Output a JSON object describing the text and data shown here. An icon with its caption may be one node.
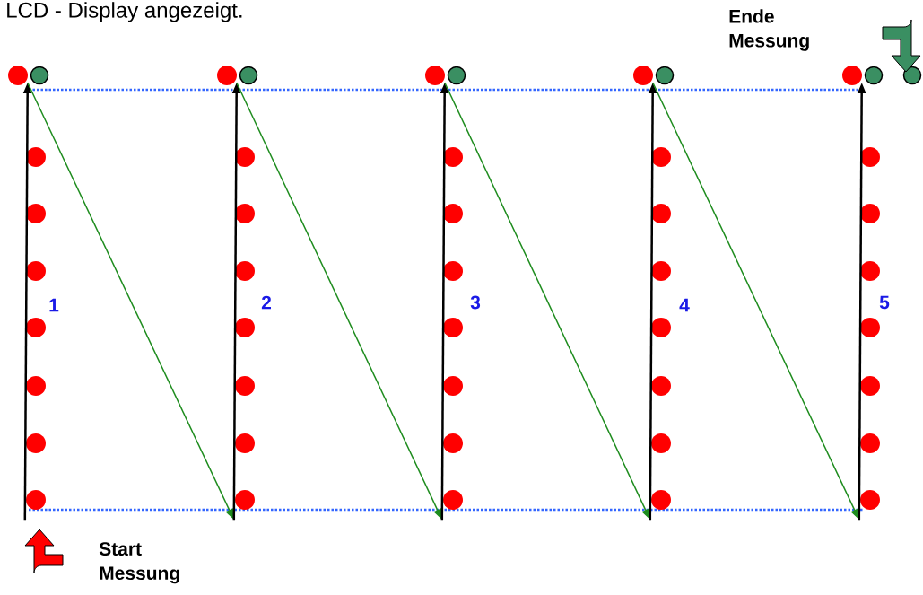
{
  "diagram": {
    "nodes": [
      {
        "text": [],
        "shape": "circle"
      },
      {
        "text": [],
        "shape": "circle"
      },
      {
        "text": [],
        "shape": "circle"
      },
      {
        "text": [],
        "shape": "circle"
      },
      {
        "text": [],
        "shape": "circle"
      },
      {
        "text": [],
        "shape": "circle"
      },
      {
        "text": [],
        "shape": "circle"
      },
      {
        "text": [],
        "shape": "circle"
      },
      {
        "text": [],
        "shape": "circle"
      },
      {
        "text": [],
        "shape": "circle"
      },
      {
        "text": [],
        "shape": "circle"
      },
      {
        "text": [],
        "shape": "circle"
      },
      {
        "text": [],
        "shape": "circle"
      },
      {
        "text": [],
        "shape": "circle"
      },
      {
        "text": [],
        "shape": "circle"
      },
      {
        "text": [],
        "shape": "circle"
      },
      {
        "text": [],
        "shape": "circle"
      },
      {
        "text": [],
        "shape": "circle"
      },
      {
        "text": [],
        "shape": "circle"
      },
      {
        "text": [],
        "shape": "circle"
      },
      {
        "text": [],
        "shape": "circle"
      },
      {
        "text": [],
        "shape": "circle"
      },
      {
        "text": [],
        "shape": "circle"
      },
      {
        "text": [],
        "shape": "circle"
      },
      {
        "text": [],
        "shape": "circle"
      },
      {
        "text": [],
        "shape": "circle"
      },
      {
        "text": [],
        "shape": "circle"
      },
      {
        "text": [],
        "shape": "circle"
      },
      {
        "text": [],
        "shape": "circle"
      },
      {
        "text": [],
        "shape": "circle"
      },
      {
        "text": [],
        "shape": "circle"
      },
      {
        "text": [],
        "shape": "circle"
      },
      {
        "text": [],
        "shape": "circle"
      },
      {
        "text": [],
        "shape": "circle"
      },
      {
        "text": [],
        "shape": "circle"
      },
      {
        "text": [],
        "shape": "circle"
      },
      {
        "text": [],
        "shape": "circle"
      },
      {
        "text": [],
        "shape": "circle"
      },
      {
        "text": [],
        "shape": "circle"
      },
      {
        "text": [],
        "shape": "circle"
      },
      {
        "text": [],
        "shape": "circle"
      },
      {
        "text": [],
        "shape": "circle"
      },
      {
        "text": [],
        "shape": "circle"
      },
      {
        "text": [],
        "shape": "circle"
      },
      {
        "text": [],
        "shape": "circle"
      },
      {
        "text": [],
        "shape": "circle"
      }
    ],
    "edges": [
      {
        "from": 8,
        "to": 1,
        "arrow": "to"
      },
      {
        "from": 1,
        "to": 17,
        "arrow": "to",
        "color": "#1e8c1e"
      },
      {
        "from": 17,
        "to": 10,
        "arrow": "to"
      },
      {
        "from": 10,
        "to": 26,
        "arrow": "to",
        "color": "#1e8c1e"
      },
      {
        "from": 26,
        "to": 19,
        "arrow": "to"
      },
      {
        "from": 19,
        "to": 35,
        "arrow": "to",
        "color": "#1e8c1e"
      },
      {
        "from": 35,
        "to": 28,
        "arrow": "to"
      },
      {
        "from": 28,
        "to": 44,
        "arrow": "to",
        "color": "#1e8c1e"
      },
      {
        "from": 44,
        "to": 37,
        "arrow": "to"
      }
    ],
    "labels": [
      "LCD - Display angezeigt.",
      "Ende Messung",
      "1",
      "2",
      "3",
      "4",
      "5",
      "Start Messung"
    ]
  }
}
